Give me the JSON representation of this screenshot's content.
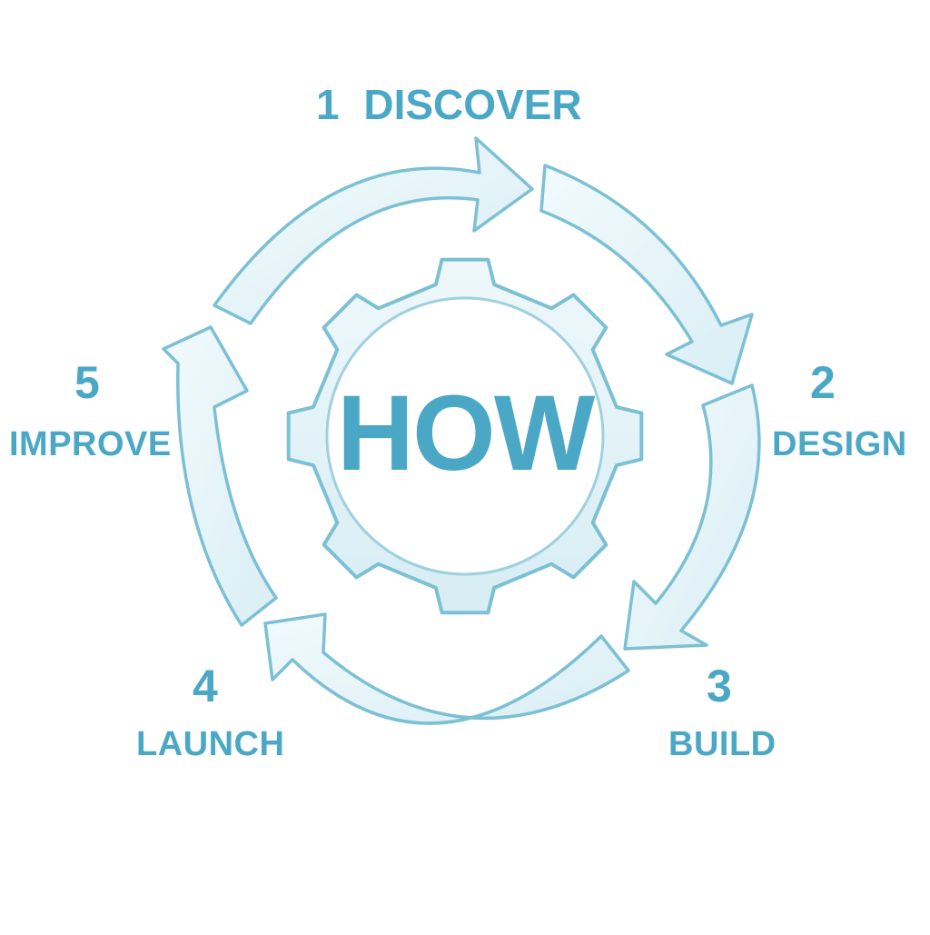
{
  "diagram": {
    "center_label": "HOW",
    "steps": [
      {
        "number": "1",
        "label": "DISCOVER"
      },
      {
        "number": "2",
        "label": "DESIGN"
      },
      {
        "number": "3",
        "label": "BUILD"
      },
      {
        "number": "4",
        "label": "LAUNCH"
      },
      {
        "number": "5",
        "label": "IMPROVE"
      }
    ]
  },
  "colors": {
    "accent": "#4aa8c6",
    "arrow_fill": "#e8f5f9",
    "arrow_stroke": "#7cc0d4",
    "gear_fill": "#e6f3f7"
  }
}
